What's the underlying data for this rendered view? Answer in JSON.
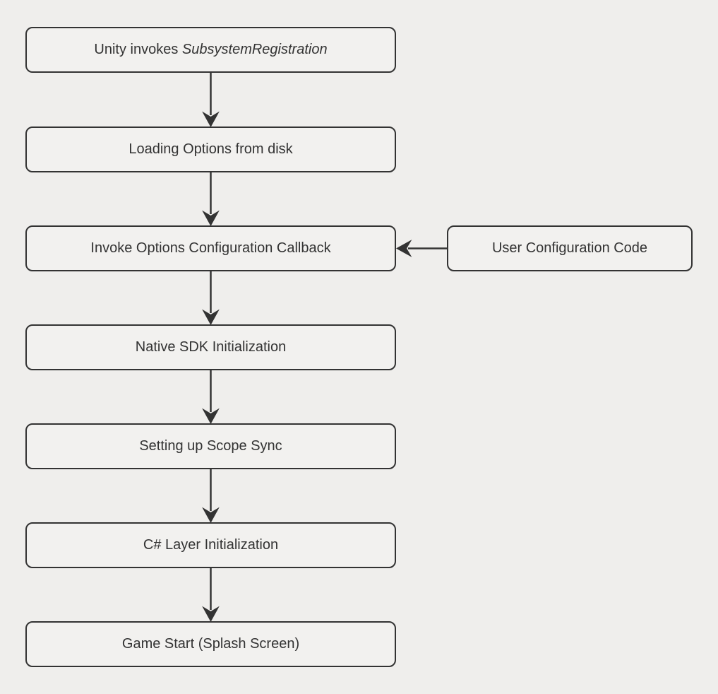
{
  "diagram": {
    "type": "flowchart",
    "background_color": "#efeeec",
    "node_fill_color": "#f2f1ef",
    "node_border_color": "#333333",
    "text_color": "#333333",
    "arrow_color": "#333333",
    "nodes": [
      {
        "id": "unity-invokes",
        "text": "Unity invokes ",
        "italic_text": "SubsystemRegistration"
      },
      {
        "id": "loading-options",
        "text": "Loading Options from disk"
      },
      {
        "id": "invoke-callback",
        "text": "Invoke Options Configuration Callback"
      },
      {
        "id": "user-config",
        "text": "User Configuration Code"
      },
      {
        "id": "native-sdk",
        "text": "Native SDK Initialization"
      },
      {
        "id": "scope-sync",
        "text": "Setting up Scope Sync"
      },
      {
        "id": "csharp-layer",
        "text": "C# Layer Initialization"
      },
      {
        "id": "game-start",
        "text": "Game Start (Splash Screen)"
      }
    ],
    "edges": [
      {
        "from": "unity-invokes",
        "to": "invoke-loading-options",
        "direction": "down"
      },
      {
        "from": "loading-options",
        "to": "invoke-callback",
        "direction": "down"
      },
      {
        "from": "user-config",
        "to": "invoke-callback",
        "direction": "left"
      },
      {
        "from": "invoke-callback",
        "to": "native-sdk",
        "direction": "down"
      },
      {
        "from": "native-sdk",
        "to": "scope-sync",
        "direction": "down"
      },
      {
        "from": "scope-sync",
        "to": "csharp-layer",
        "direction": "down"
      },
      {
        "from": "csharp-layer",
        "to": "game-start",
        "direction": "down"
      }
    ]
  }
}
